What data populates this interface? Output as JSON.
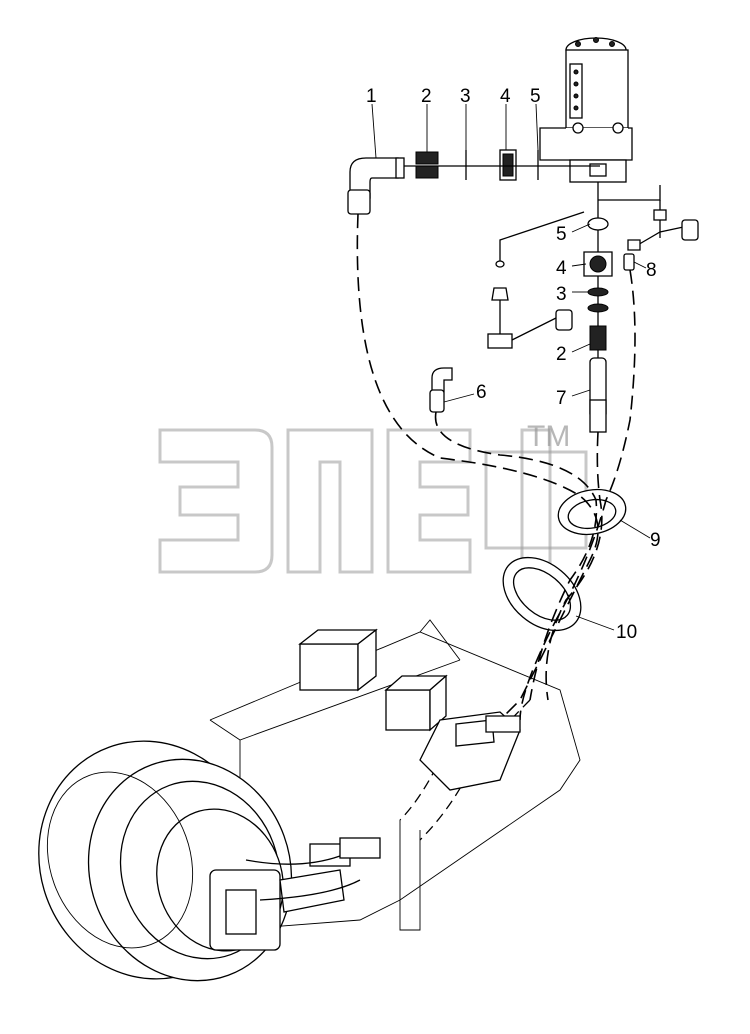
{
  "diagram": {
    "callouts": [
      "1",
      "2",
      "3",
      "4",
      "5",
      "5",
      "4",
      "3",
      "2",
      "7",
      "6",
      "8",
      "9",
      "10"
    ],
    "watermark": {
      "logo_text": "элеф",
      "trademark": "TM"
    }
  }
}
